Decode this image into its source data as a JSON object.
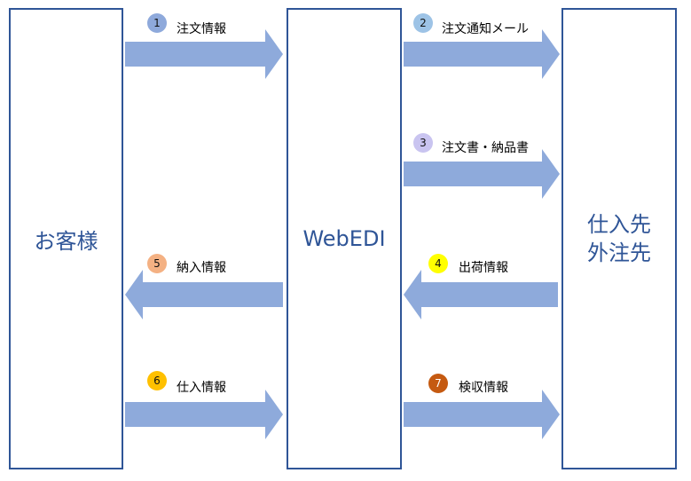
{
  "entities": {
    "customer": "お客様",
    "webedi": "WebEDI",
    "supplier": "仕入先\n外注先"
  },
  "colors": {
    "box_border": "#2f5597",
    "box_text": "#2f5597",
    "arrow_fill": "#8eaadb"
  },
  "steps": [
    {
      "number": "1",
      "label": "注文情報",
      "direction": "right",
      "badge_color": "#8ea9db"
    },
    {
      "number": "2",
      "label": "注文通知メール",
      "direction": "right",
      "badge_color": "#9dc3e6"
    },
    {
      "number": "3",
      "label": "注文書・納品書",
      "direction": "right",
      "badge_color": "#c9c4f0"
    },
    {
      "number": "4",
      "label": "出荷情報",
      "direction": "left",
      "badge_color": "#ffff00"
    },
    {
      "number": "5",
      "label": "納入情報",
      "direction": "left",
      "badge_color": "#f4b183"
    },
    {
      "number": "6",
      "label": "仕入情報",
      "direction": "right",
      "badge_color": "#ffc000"
    },
    {
      "number": "7",
      "label": "検収情報",
      "direction": "right",
      "badge_color": "#c55a11"
    }
  ]
}
